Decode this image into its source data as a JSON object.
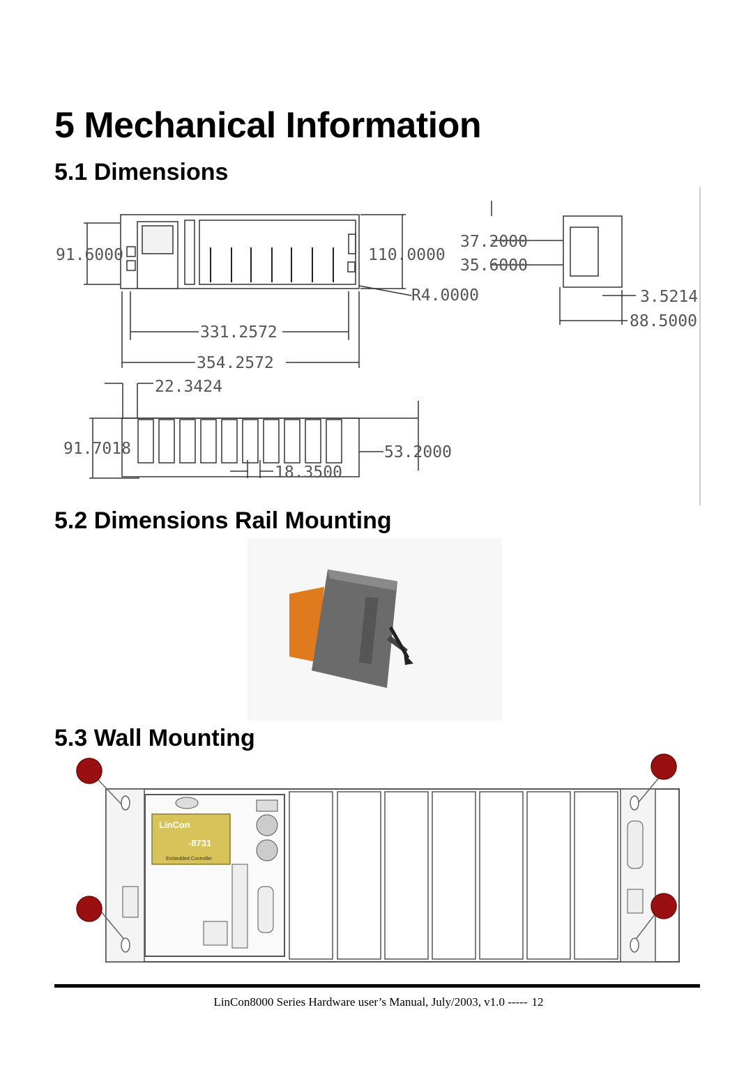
{
  "page": {
    "title": "5 Mechanical Information",
    "sections": {
      "dimensions": "5.1 Dimensions",
      "rail": "5.2 Dimensions Rail Mounting",
      "wall": "5.3 Wall Mounting"
    },
    "footer": {
      "text": "LinCon8000 Series Hardware user’s Manual, July/2003, v1.0 -----",
      "page_number": "12"
    }
  },
  "dimensions": {
    "height_left": "91.6000",
    "height_total": "110.0000",
    "rail_a": "37.2000",
    "rail_b": "35.6000",
    "radius": "R4.0000",
    "side_thickness": "3.5214",
    "side_depth": "88.5000",
    "inner_width": "331.2572",
    "total_width": "354.2572",
    "slot_offset": "22.3424",
    "bottom_height": "91.7018",
    "bottom_depth": "53.2000",
    "slot_pitch": "18.3500"
  },
  "module_label": {
    "brand": "LinCon",
    "model": "-8731",
    "caption": "Embedded Controller"
  },
  "colors": {
    "mounting_marker": "#9a1010",
    "module_body": "#6b6b6b",
    "module_accent": "#e07a1e"
  }
}
